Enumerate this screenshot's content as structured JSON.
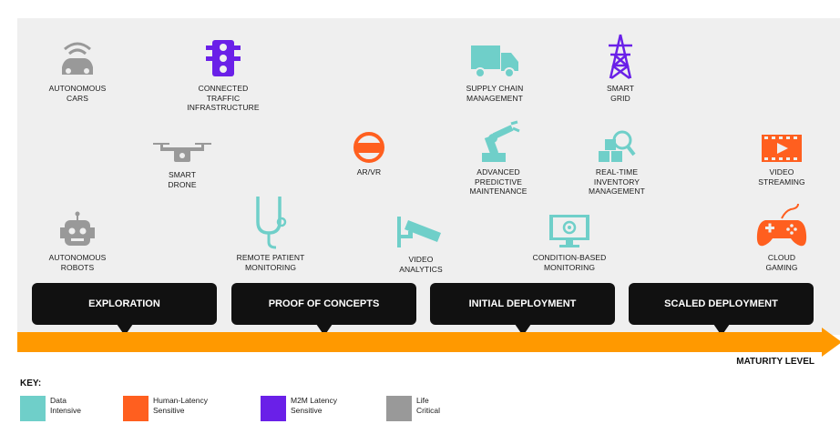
{
  "colors": {
    "data_intensive": "#6fcfc9",
    "human_latency": "#ff5f1f",
    "m2m_latency": "#6a20e8",
    "life_critical": "#999999",
    "arrow": "#ff9900",
    "stage_box": "#111111"
  },
  "items": [
    {
      "id": "autonomous-cars",
      "label": "AUTONOMOUS\nCARS",
      "icon": "car-wifi-icon",
      "category": "life_critical"
    },
    {
      "id": "connected-traffic",
      "label": "CONNECTED\nTRAFFIC\nINFRASTRUCTURE",
      "icon": "traffic-light-icon",
      "category": "m2m_latency"
    },
    {
      "id": "supply-chain",
      "label": "SUPPLY CHAIN\nMANAGEMENT",
      "icon": "truck-icon",
      "category": "data_intensive"
    },
    {
      "id": "smart-grid",
      "label": "SMART\nGRID",
      "icon": "power-tower-icon",
      "category": "m2m_latency"
    },
    {
      "id": "smart-drone",
      "label": "SMART\nDRONE",
      "icon": "drone-icon",
      "category": "life_critical"
    },
    {
      "id": "ar-vr",
      "label": "AR/VR",
      "icon": "vr-headset-icon",
      "category": "human_latency"
    },
    {
      "id": "advanced-predictive",
      "label": "ADVANCED\nPREDICTIVE\nMAINTENANCE",
      "icon": "robot-arm-icon",
      "category": "data_intensive"
    },
    {
      "id": "inventory",
      "label": "REAL-TIME\nINVENTORY\nMANAGEMENT",
      "icon": "boxes-magnifier-icon",
      "category": "data_intensive"
    },
    {
      "id": "video-streaming",
      "label": "VIDEO\nSTREAMING",
      "icon": "video-player-icon",
      "category": "human_latency"
    },
    {
      "id": "autonomous-robots",
      "label": "AUTONOMOUS\nROBOTS",
      "icon": "robot-head-icon",
      "category": "life_critical"
    },
    {
      "id": "remote-patient",
      "label": "REMOTE PATIENT\nMONITORING",
      "icon": "stethoscope-icon",
      "category": "data_intensive"
    },
    {
      "id": "video-analytics",
      "label": "VIDEO\nANALYTICS",
      "icon": "security-camera-icon",
      "category": "data_intensive"
    },
    {
      "id": "condition-based",
      "label": "CONDITION-BASED\nMONITORING",
      "icon": "monitor-gear-icon",
      "category": "data_intensive"
    },
    {
      "id": "cloud-gaming",
      "label": "CLOUD\nGAMING",
      "icon": "gamepad-icon",
      "category": "human_latency"
    }
  ],
  "stages": [
    "EXPLORATION",
    "PROOF OF CONCEPTS",
    "INITIAL DEPLOYMENT",
    "SCALED DEPLOYMENT"
  ],
  "axis_label": "MATURITY LEVEL",
  "key": {
    "title": "KEY:",
    "entries": [
      {
        "label": "Data\nIntensive",
        "color": "#6fcfc9"
      },
      {
        "label": "Human-Latency\nSensitive",
        "color": "#ff5f1f"
      },
      {
        "label": "M2M Latency\nSensitive",
        "color": "#6a20e8"
      },
      {
        "label": "Life\nCritical",
        "color": "#999999"
      }
    ]
  }
}
